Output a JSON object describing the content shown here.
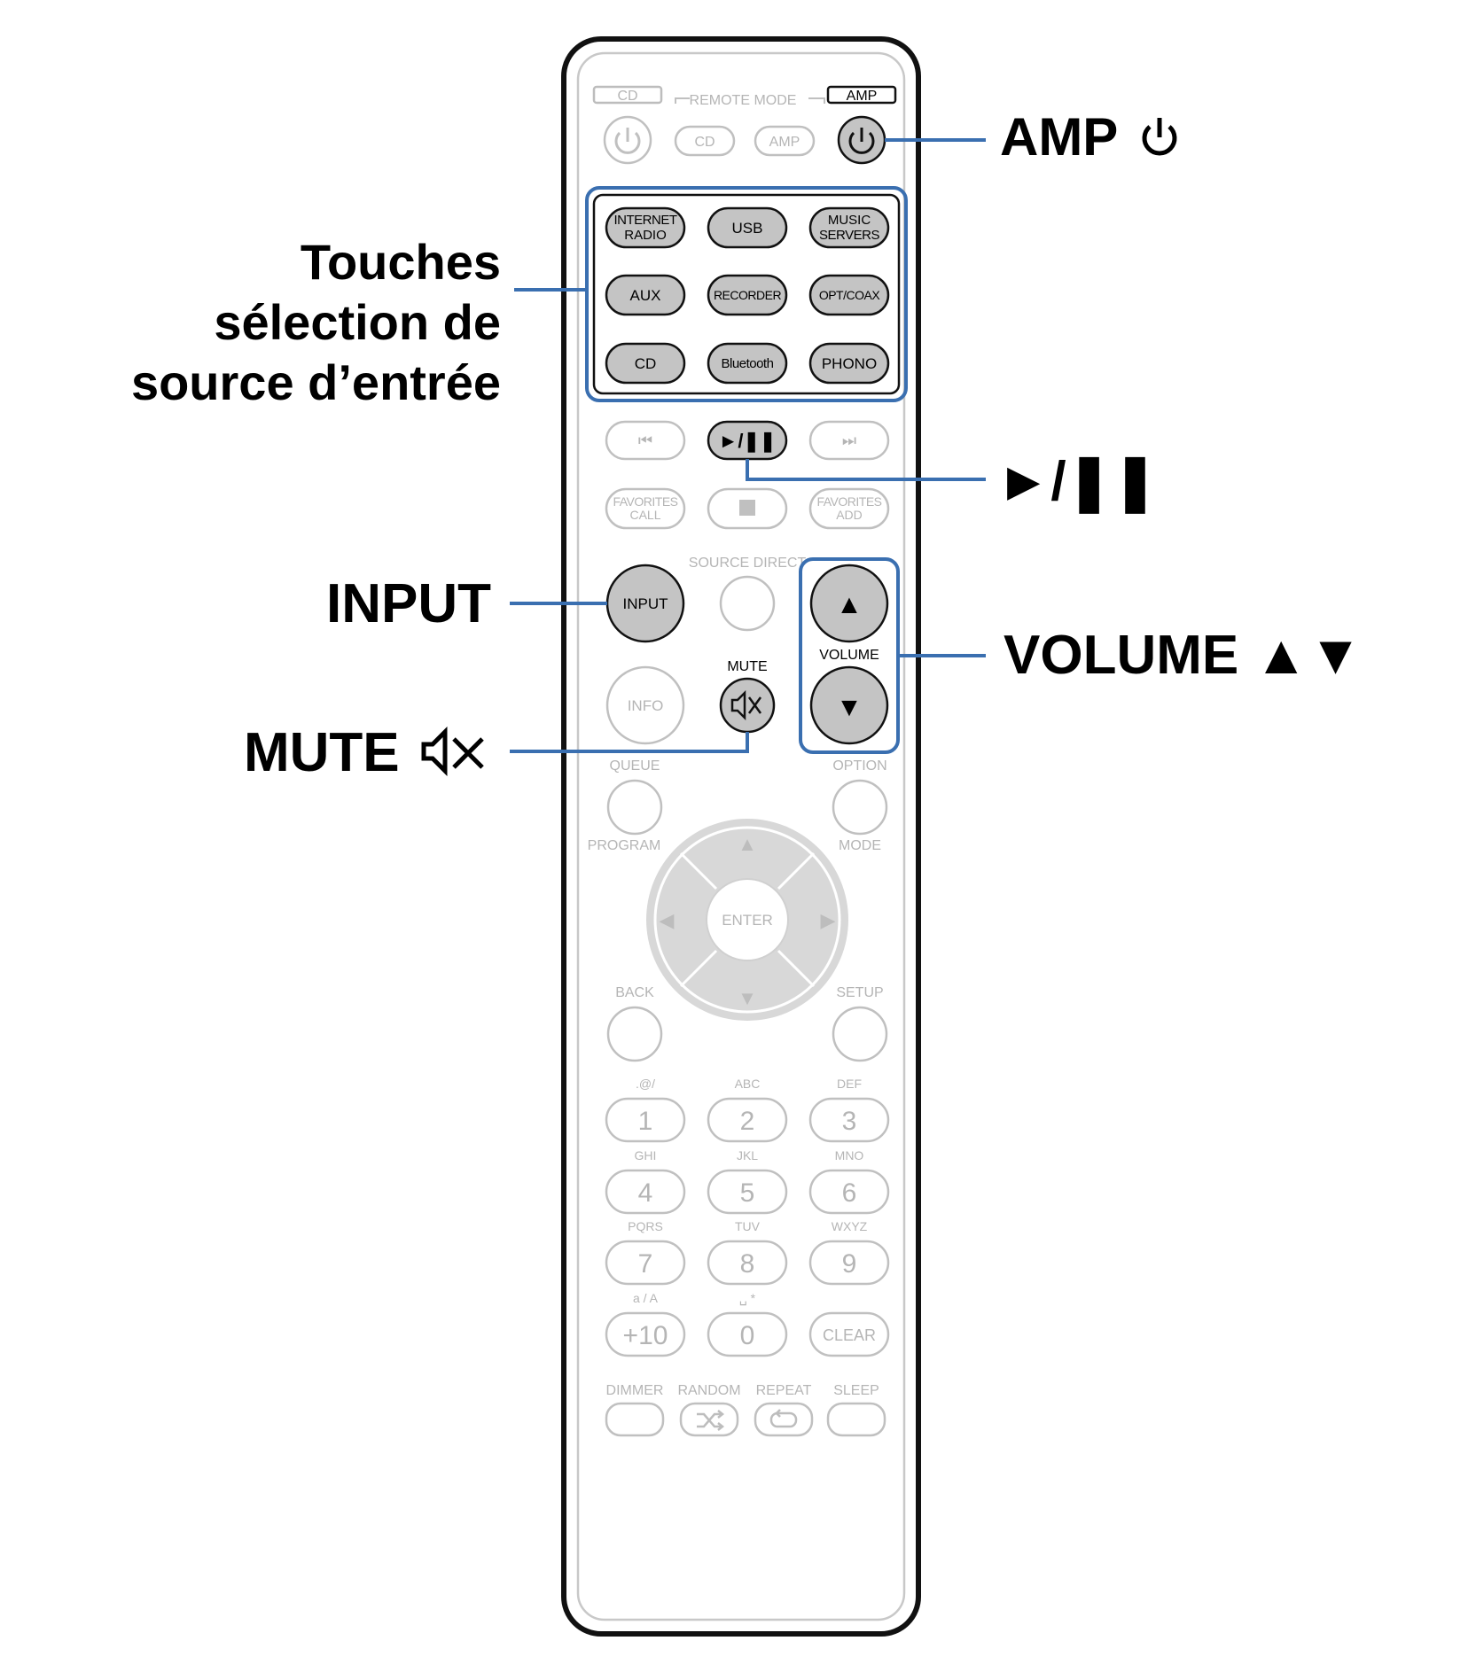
{
  "remote": {
    "top_small_labels": {
      "cd": "CD",
      "remote_mode": "REMOTE MODE",
      "amp": "AMP"
    },
    "mode_buttons": {
      "cd": "CD",
      "amp": "AMP"
    },
    "source_buttons": [
      [
        "INTERNET RADIO",
        "USB",
        "MUSIC SERVERS"
      ],
      [
        "AUX",
        "RECORDER",
        "OPT/COAX"
      ],
      [
        "CD",
        "Bluetooth",
        "PHONO"
      ]
    ],
    "transport": {
      "prev": "⏮",
      "play_pause": "►/❚❚",
      "next": "⏭"
    },
    "favorites": {
      "call": "FAVORITES CALL",
      "stop": "■",
      "add": "FAVORITES ADD"
    },
    "input": "INPUT",
    "source_direct": "SOURCE DIRECT",
    "volume": "VOLUME",
    "volume_up": "▲",
    "volume_down": "▼",
    "info": "INFO",
    "mute": "MUTE",
    "queue": "QUEUE",
    "option": "OPTION",
    "program": "PROGRAM",
    "mode": "MODE",
    "enter": "ENTER",
    "back": "BACK",
    "setup": "SETUP",
    "keypad": [
      {
        "sub": ".@/",
        "num": "1"
      },
      {
        "sub": "ABC",
        "num": "2"
      },
      {
        "sub": "DEF",
        "num": "3"
      },
      {
        "sub": "GHI",
        "num": "4"
      },
      {
        "sub": "JKL",
        "num": "5"
      },
      {
        "sub": "MNO",
        "num": "6"
      },
      {
        "sub": "PQRS",
        "num": "7"
      },
      {
        "sub": "TUV",
        "num": "8"
      },
      {
        "sub": "WXYZ",
        "num": "9"
      },
      {
        "sub": "a / A",
        "num": "+10"
      },
      {
        "sub": "␣ *",
        "num": "0"
      },
      {
        "sub": "",
        "num": "CLEAR"
      }
    ],
    "bottom_row": [
      "DIMMER",
      "RANDOM",
      "REPEAT",
      "SLEEP"
    ]
  },
  "callouts": {
    "amp_power": "AMP",
    "source_selection": [
      "Touches",
      "sélection de",
      "source d’entrée"
    ],
    "play_pause": "►/❚❚",
    "input": "INPUT",
    "volume": "VOLUME ▲▼",
    "mute": "MUTE"
  },
  "colors": {
    "highlight_fill": "#c4c4c4",
    "highlight_stroke": "#1a1a1a",
    "dim_stroke": "#c0c0c0",
    "dim_text": "#b5b5b5",
    "leader_line": "#3a6fb0",
    "body_stroke": "#111111"
  },
  "icons": {
    "power": "power-icon",
    "mute": "speaker-mute-icon",
    "shuffle": "shuffle-icon",
    "repeat": "repeat-icon"
  }
}
